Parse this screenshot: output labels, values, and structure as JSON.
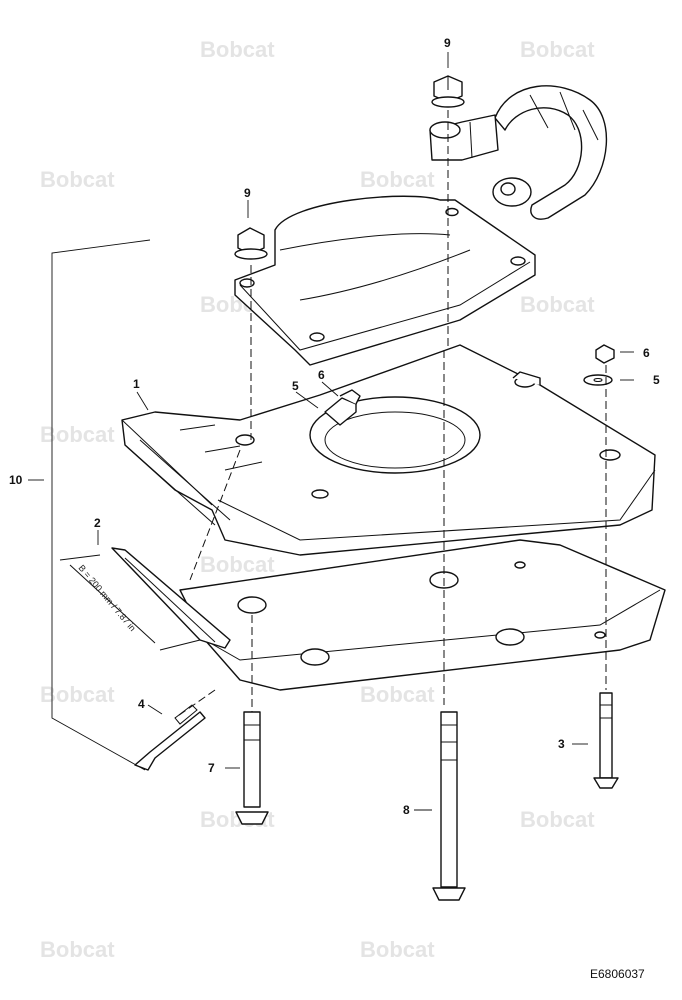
{
  "watermark": {
    "text": "Bobcat",
    "color": "#e4e4e4"
  },
  "callouts": {
    "c1": "1",
    "c2": "2",
    "c3": "3",
    "c4": "4",
    "c5a": "5",
    "c5b": "5",
    "c6a": "6",
    "c6b": "6",
    "c7": "7",
    "c8": "8",
    "c9a": "9",
    "c9b": "9",
    "c10": "10"
  },
  "dimension_label": "B = 200 mm / 7.87 in",
  "drawing_reference": "E6806037",
  "parts": {
    "stand_bracket": "Item 1 (stand / foot bracket)",
    "cutting_edge": "Item 2 (cutting edge blade)",
    "skid_plate": "Skid plate",
    "hose_connector": "Upper hose connector"
  }
}
